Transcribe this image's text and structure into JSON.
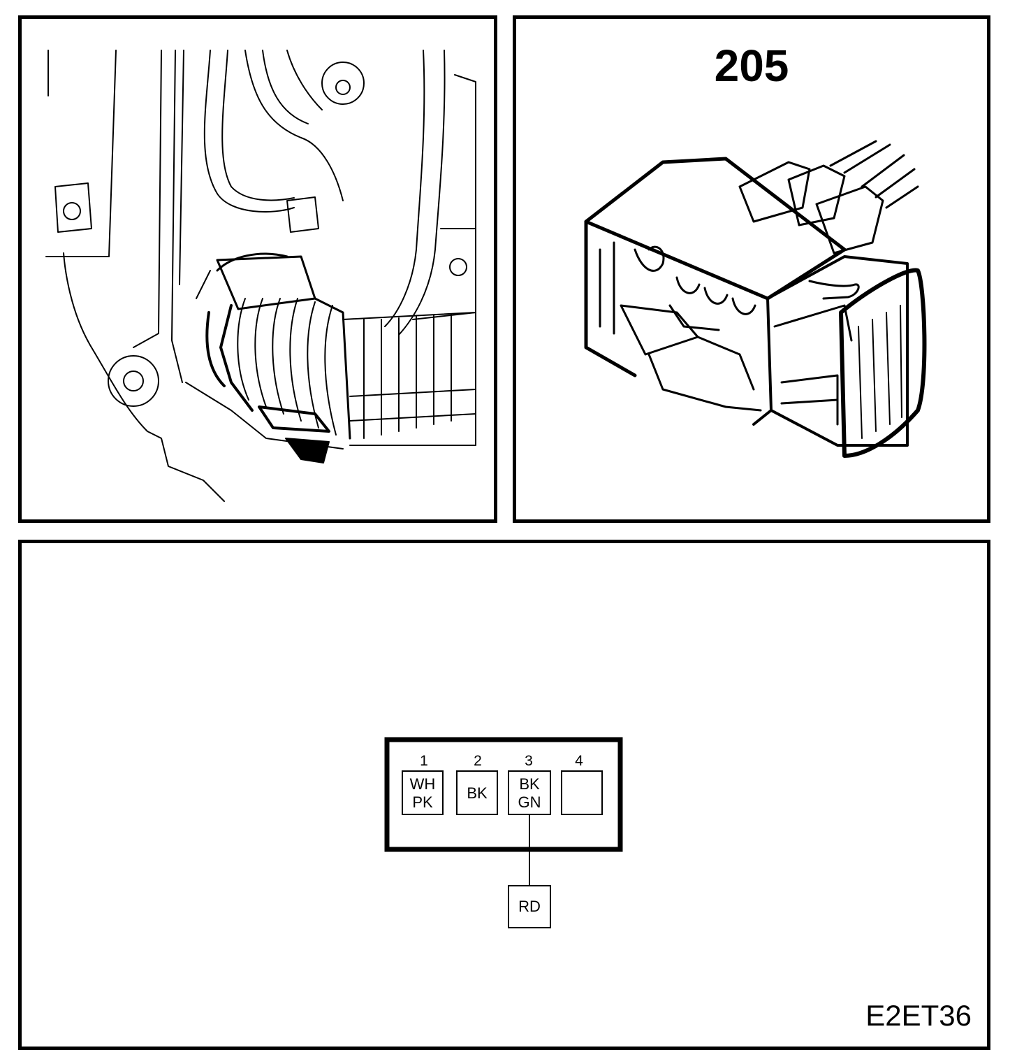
{
  "connector": {
    "number": "205",
    "figure_code": "E2ET36"
  },
  "pinout": {
    "pins": [
      {
        "number": "1",
        "wire_lines": [
          "WH",
          "PK"
        ]
      },
      {
        "number": "2",
        "wire_lines": [
          "BK"
        ]
      },
      {
        "number": "3",
        "wire_lines": [
          "BK",
          "GN"
        ]
      },
      {
        "number": "4",
        "wire_lines": []
      }
    ],
    "branch": {
      "from_pin": "3",
      "wire_lines": [
        "RD"
      ]
    }
  }
}
